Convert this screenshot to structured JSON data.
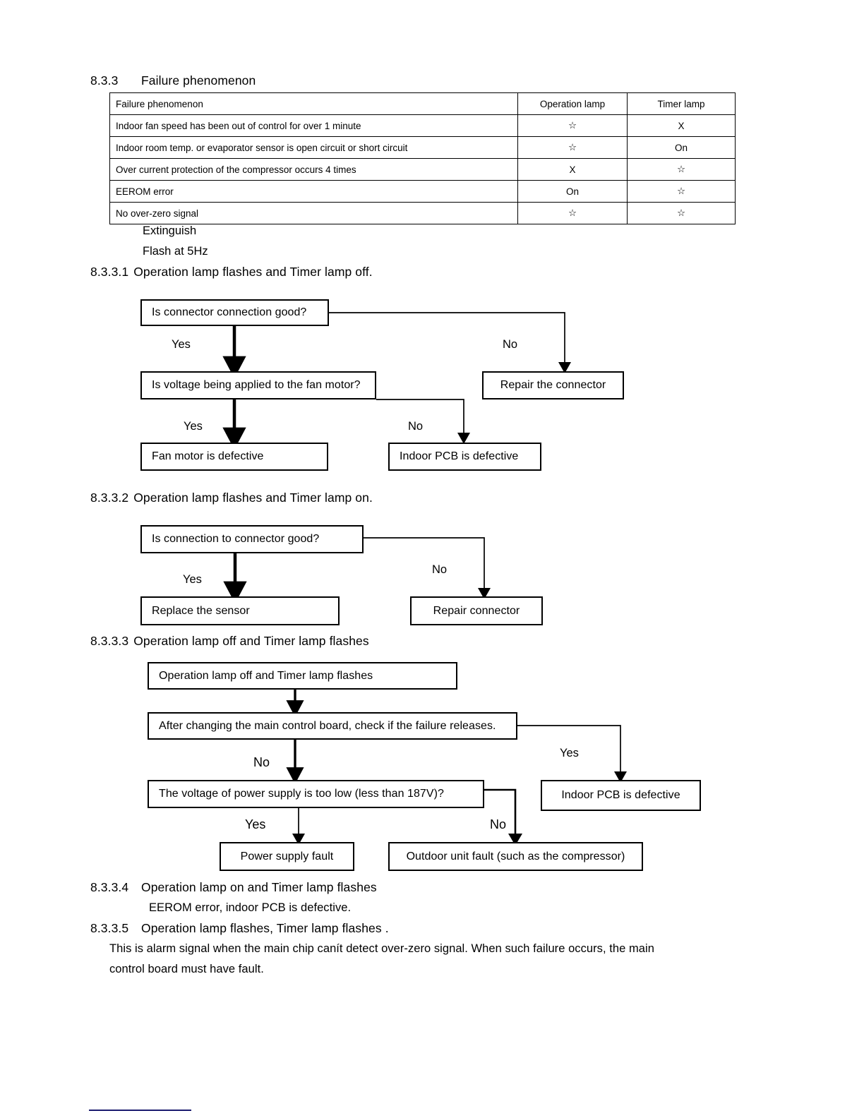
{
  "section": {
    "number": "8.3.3",
    "title": "Failure phenomenon"
  },
  "table": {
    "headers": [
      "Failure phenomenon",
      "Operation lamp",
      "Timer lamp"
    ],
    "rows": [
      {
        "phenomenon": "Indoor fan speed has been out of control for over 1 minute",
        "operation_lamp": "☆",
        "timer_lamp": "X"
      },
      {
        "phenomenon": "Indoor room temp. or evaporator sensor    is open circuit or short circuit",
        "operation_lamp": "☆",
        "timer_lamp": "On"
      },
      {
        "phenomenon": "Over current protection of the compressor occurs 4 times",
        "operation_lamp": "X",
        "timer_lamp": "☆"
      },
      {
        "phenomenon": "EEROM error",
        "operation_lamp": "On",
        "timer_lamp": "☆"
      },
      {
        "phenomenon": "No over-zero signal",
        "operation_lamp": "☆",
        "timer_lamp": "☆"
      }
    ]
  },
  "legend": {
    "extinguish": "Extinguish",
    "flash": "Flash at 5Hz"
  },
  "sections": {
    "s1": {
      "number": "8.3.3.1",
      "title": "Operation lamp flashes and Timer lamp off."
    },
    "s2": {
      "number": "8.3.3.2",
      "title": "Operation lamp flashes and Timer lamp on."
    },
    "s3": {
      "number": "8.3.3.3",
      "title": "Operation lamp off and Timer lamp flashes"
    },
    "s4": {
      "number": "8.3.3.4",
      "title": "Operation lamp on and Timer lamp flashes",
      "body": "EEROM error, indoor PCB is defective."
    },
    "s5": {
      "number": "8.3.3.5",
      "title": "Operation lamp flashes, Timer lamp flashes ."
    }
  },
  "flowchart1": {
    "nodes": {
      "q1": "Is connector connection good?",
      "q2": "Is voltage being applied to the fan motor?",
      "r1": "Repair the connector",
      "r2": "Fan motor is defective",
      "r3": "Indoor PCB is defective"
    },
    "labels": {
      "yes1": "Yes",
      "no1": "No",
      "yes2": "Yes",
      "no2": "No"
    }
  },
  "flowchart2": {
    "nodes": {
      "q1": "Is connection to connector good?",
      "r1": "Replace the sensor",
      "r2": "Repair connector"
    },
    "labels": {
      "yes1": "Yes",
      "no1": "No"
    }
  },
  "flowchart3": {
    "nodes": {
      "start": "Operation lamp off and Timer lamp flashes",
      "q1": "After changing the main control board, check if the failure releases.",
      "q2": "The voltage of power supply is too low (less than 187V)?",
      "r1": "Indoor PCB is defective",
      "r2": "Power supply fault",
      "r3": "Outdoor unit fault (such as the compressor)"
    },
    "labels": {
      "no1": "No",
      "yes1": "Yes",
      "yes2": "Yes",
      "no2": "No"
    }
  },
  "paragraph": {
    "line1": "This is alarm signal when the main chip canít detect over-zero signal. When such failure occurs, the main",
    "line2": "control board must have fault."
  },
  "colors": {
    "ink": "#000000",
    "footer_rule": "#1a1a6e"
  }
}
